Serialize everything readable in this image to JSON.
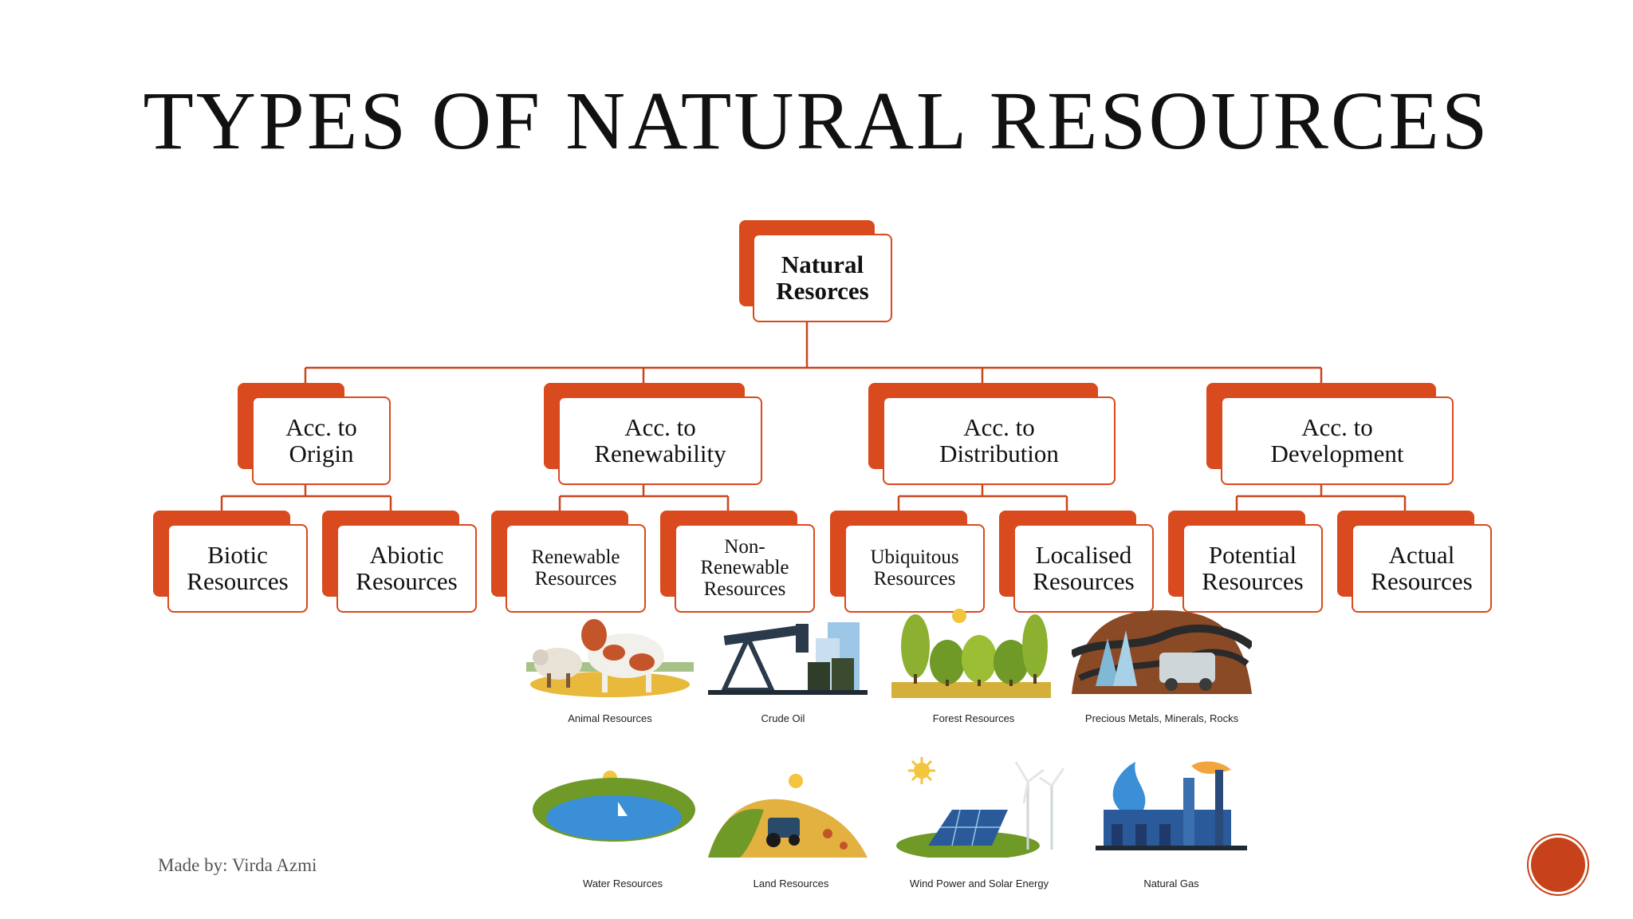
{
  "title": "TYPES OF NATURAL RESOURCES",
  "tree": {
    "root": "Natural\nResorces",
    "categories": [
      {
        "label": "Acc. to\nOrigin",
        "children": [
          "Biotic\nResources",
          "Abiotic\nResources"
        ]
      },
      {
        "label": "Acc. to\nRenewability",
        "children": [
          "Renewable\nResources",
          "Non-\nRenewable\nResources"
        ]
      },
      {
        "label": "Acc. to\nDistribution",
        "children": [
          "Ubiquitous\nResources",
          "Localised\nResources"
        ]
      },
      {
        "label": "Acc. to\nDevelopment",
        "children": [
          "Potential\nResources",
          "Actual\nResources"
        ]
      }
    ]
  },
  "illustrations": [
    {
      "caption": "Animal Resources",
      "icon": "animal-resources-icon"
    },
    {
      "caption": "Crude Oil",
      "icon": "crude-oil-icon"
    },
    {
      "caption": "Forest Resources",
      "icon": "forest-resources-icon"
    },
    {
      "caption": "Precious Metals, Minerals, Rocks",
      "icon": "minerals-icon"
    },
    {
      "caption": "Water Resources",
      "icon": "water-resources-icon"
    },
    {
      "caption": "Land Resources",
      "icon": "land-resources-icon"
    },
    {
      "caption": "Wind Power and Solar Energy",
      "icon": "wind-solar-icon"
    },
    {
      "caption": "Natural Gas",
      "icon": "natural-gas-icon"
    }
  ],
  "author": "Made by: Virda Azmi",
  "colors": {
    "accent": "#d94a1e",
    "text": "#111111"
  }
}
